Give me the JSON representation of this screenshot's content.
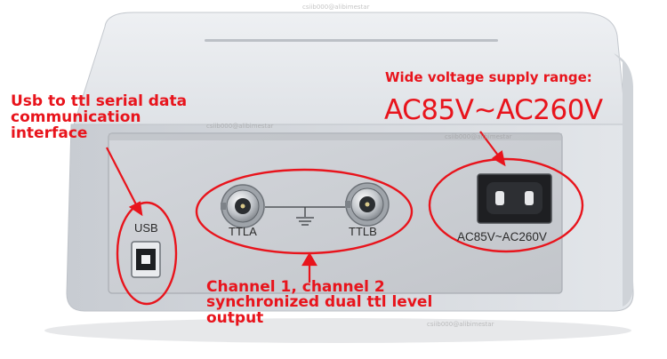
{
  "callouts": {
    "usb_lines": [
      "Usb to ttl serial data",
      "communication",
      "interface"
    ],
    "voltage_heading": "Wide voltage supply range:",
    "voltage_big": "AC85V~AC260V",
    "ttl_lines": [
      "Channel 1, channel 2",
      "synchronized dual ttl level",
      "output"
    ]
  },
  "panel_labels": {
    "usb": "USB",
    "ttla": "TTLA",
    "ttlb": "TTLB",
    "ac": "AC85V~AC260V"
  },
  "watermark": "csiib000@alibimestar",
  "icons": [
    "usb-b-port-icon",
    "bnc-connector-icon",
    "ground-symbol-icon",
    "iec-c8-power-socket-icon"
  ],
  "colors": {
    "annotation": "#e8141c",
    "chassis": "#dcdfe3",
    "panel": "#c9ccd1"
  }
}
